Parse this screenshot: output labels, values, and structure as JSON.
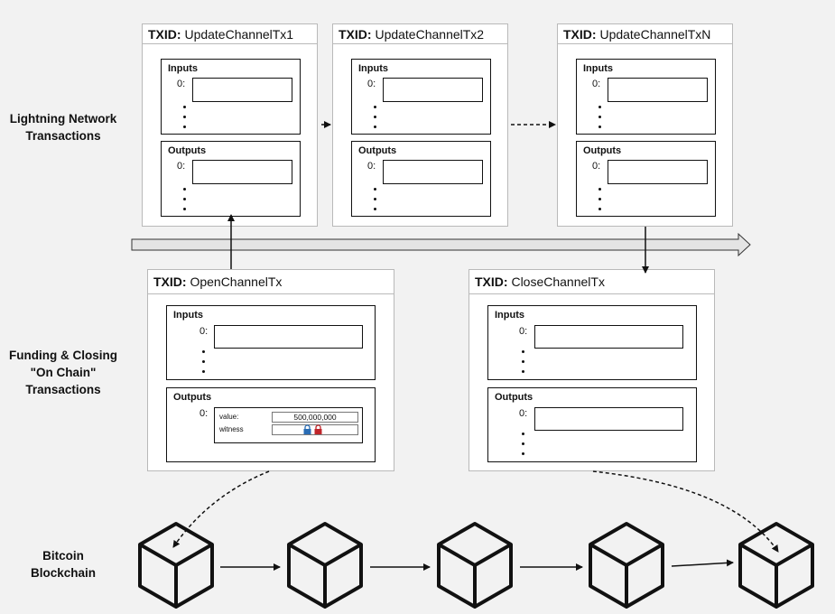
{
  "row_labels": {
    "lightning": [
      "Lightning Network",
      "Transactions"
    ],
    "onchain": [
      "Funding & Closing",
      "\"On Chain\"",
      "Transactions"
    ],
    "bitcoin": [
      "Bitcoin",
      "Blockchain"
    ]
  },
  "txid_label": "TXID:",
  "inputs_label": "Inputs",
  "outputs_label": "Outputs",
  "index_label": "0:",
  "lightning_txs": [
    {
      "name": "UpdateChannelTx1"
    },
    {
      "name": "UpdateChannelTx2"
    },
    {
      "name": "UpdateChannelTxN"
    }
  ],
  "open_tx": {
    "name": "OpenChannelTx",
    "output": {
      "value_label": "value:",
      "value": "500,000,000",
      "witness_label": "witness"
    }
  },
  "close_tx": {
    "name": "CloseChannelTx"
  },
  "colors": {
    "lock_left": "#2a6db5",
    "lock_right": "#c0262b",
    "timeline_fill": "#e4e4e4"
  }
}
